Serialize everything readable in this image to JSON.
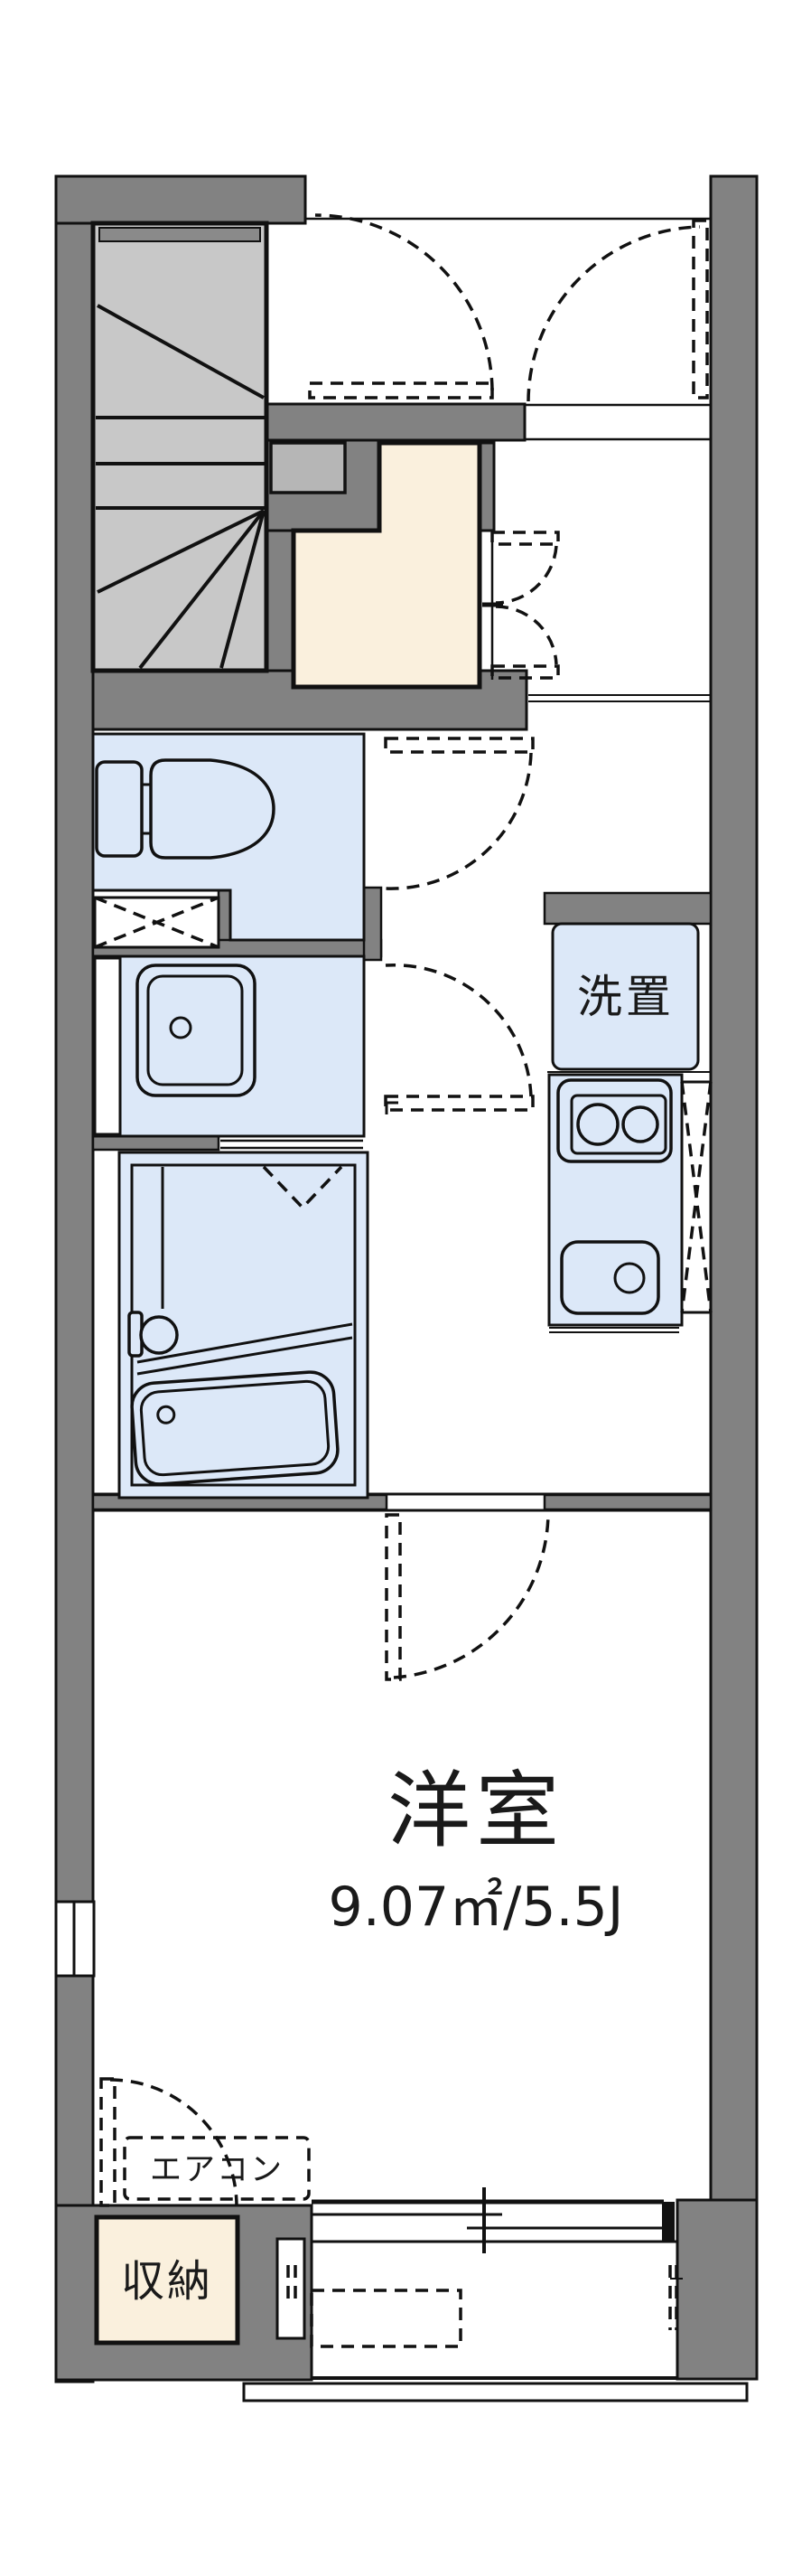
{
  "floorplan": {
    "washer_place_label": "洗置",
    "main_room_label": "洋室",
    "main_room_area": "9.07㎡/5.5J",
    "aircon_label": "エアコン",
    "storage_label": "収納",
    "colors": {
      "background": "#ffffff",
      "wall": "#828282",
      "stairs": "#c8c8c8",
      "stair_landing": "#b6b6b6",
      "wet_area": "#dce8f8",
      "entrance_floor": "#faf0dd",
      "storage_fill": "#faf0dd",
      "line": "#111111"
    }
  }
}
